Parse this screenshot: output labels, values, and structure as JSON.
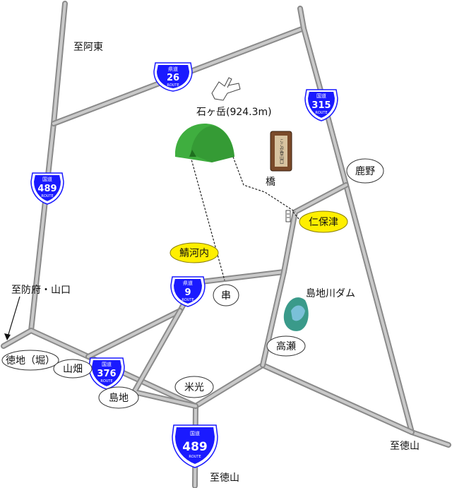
{
  "labels": {
    "to_ato_east": "至阿東",
    "mountain": "石ヶ岳(924.3m)",
    "bridge": "橋",
    "to_hofu_yamaguchi": "至防府・山口",
    "dam": "島地川ダム",
    "to_tokuyama_right": "至徳山",
    "to_tokuyama_bottom": "至徳山"
  },
  "places": {
    "kano": "鹿野",
    "niho": "仁保津",
    "sabakochi": "鯖河内",
    "kushi": "串",
    "takase": "高瀬",
    "tokuji_hori": "徳地（堀）",
    "yamahata": "山畑",
    "yonemitsu": "米光",
    "shimaji": "島地"
  },
  "sign": {
    "text": "ここが登山口"
  },
  "shields": [
    {
      "id": "r26",
      "top": "県道",
      "number": "26",
      "route": "ROUTE"
    },
    {
      "id": "r315",
      "top": "国道",
      "number": "315",
      "route": "ROUTE"
    },
    {
      "id": "r489a",
      "top": "国道",
      "number": "489",
      "route": "ROUTE"
    },
    {
      "id": "r9",
      "top": "県道",
      "number": "9",
      "route": "ROUTE"
    },
    {
      "id": "r376",
      "top": "国道",
      "number": "376",
      "route": "ROUTE"
    },
    {
      "id": "r489b",
      "top": "国道",
      "number": "489",
      "route": "ROUTE"
    }
  ],
  "icons": {
    "hand": "pointing-hand-icon",
    "mountain": "mountain-icon",
    "dam": "reservoir-icon",
    "arrow": "arrow-icon"
  },
  "colors": {
    "shield_blue": "#1a1aff",
    "highlight_yellow": "#ffef00",
    "mountain_green": "#3fae3f",
    "dam_water": "#3a9a8a"
  }
}
